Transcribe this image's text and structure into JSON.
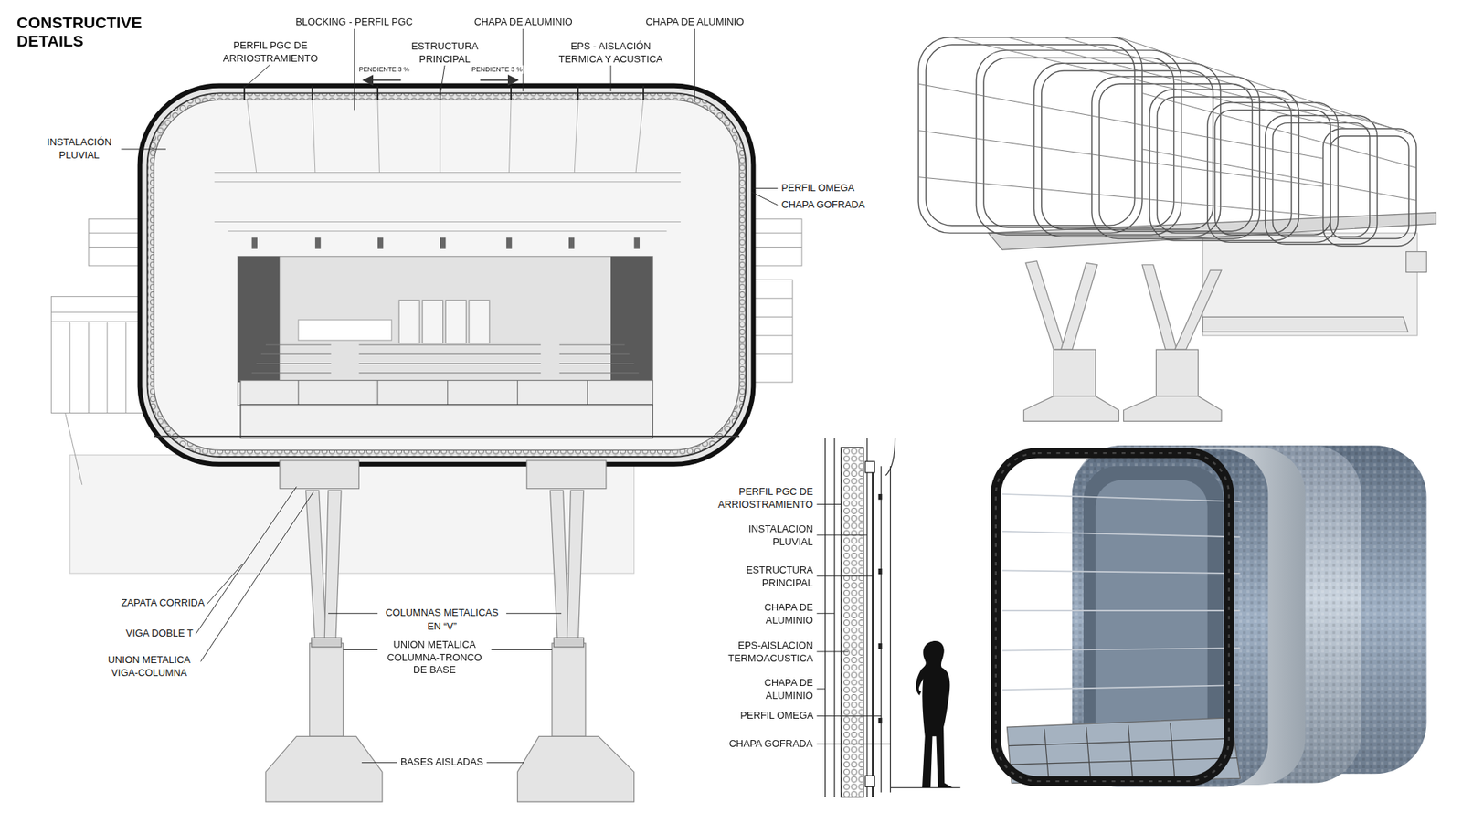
{
  "diagram": {
    "title": "CONSTRUCTIVE DETAILS",
    "labels": [
      "PERFIL PGC DE ARRIOSTRAMIENTO",
      "BLOCKING - PERFIL PGC",
      "ESTRUCTURA PRINCIPAL",
      "CHAPA DE ALUMINIO",
      "EPS - AISLACIÓN TERMICA Y ACUSTICA",
      "CHAPA DE ALUMINIO",
      "PENDIENTE 3 %",
      "PENDIENTE 3 %",
      "INSTALACIÓN PLUVIAL",
      "PERFIL OMEGA",
      "CHAPA GOFRADA",
      "ZAPATA CORRIDA",
      "VIGA DOBLE T",
      "UNION METALICA VIGA-COLUMNA",
      "COLUMNAS METALICAS EN “V”",
      "UNION METALICA COLUMNA-TRONCO DE BASE",
      "BASES AISLADAS",
      "PERFIL PGC DE ARRIOSTRAMIENTO",
      "INSTALACION PLUVIAL",
      "ESTRUCTURA PRINCIPAL",
      "CHAPA DE ALUMINIO",
      "EPS-AISLACION TERMOACUSTICA",
      "CHAPA DE ALUMINIO",
      "PERFIL OMEGA",
      "CHAPA GOFRADA"
    ]
  }
}
